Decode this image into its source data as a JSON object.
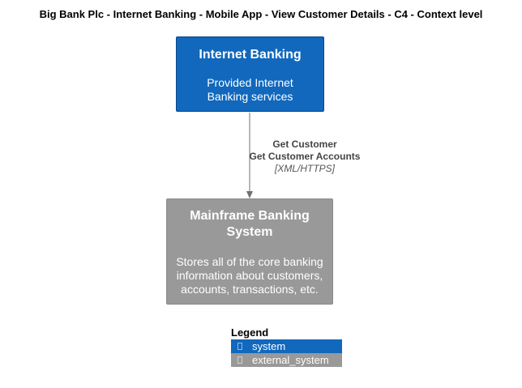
{
  "title": "Big Bank Plc - Internet Banking - Mobile App - View Customer Details - C4 - Context level",
  "nodes": {
    "internet_banking": {
      "title": "Internet Banking",
      "description": "Provided Internet Banking services",
      "color": "#1168bd"
    },
    "mainframe": {
      "title": "Mainframe Banking System",
      "description": "Stores all of the core banking information about customers, accounts, transactions, etc.",
      "color": "#999999"
    }
  },
  "relationship": {
    "line1": "Get Customer",
    "line2": "Get Customer Accounts",
    "technology": "[XML/HTTPS]",
    "color": "#707070"
  },
  "legend": {
    "title": "Legend",
    "items": [
      {
        "label": "system",
        "color": "#1168bd"
      },
      {
        "label": "external_system",
        "color": "#999999"
      }
    ]
  }
}
